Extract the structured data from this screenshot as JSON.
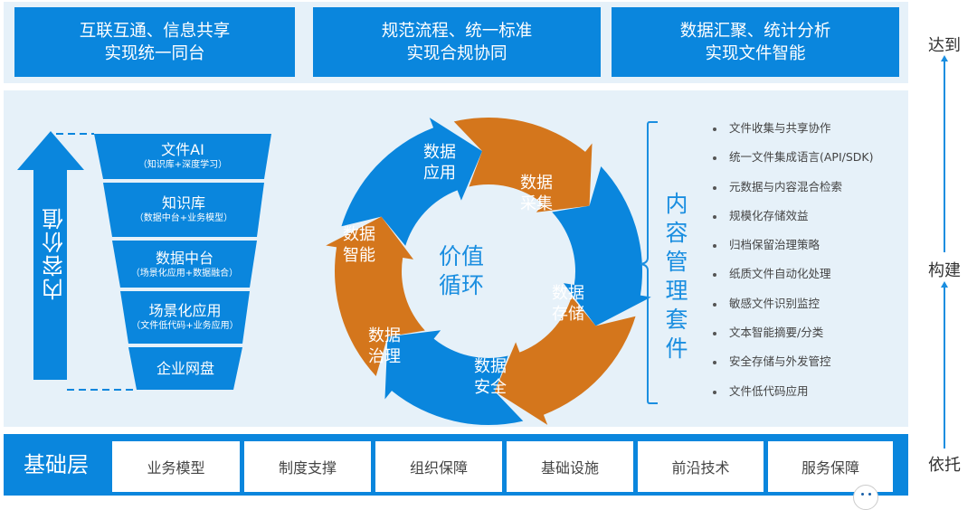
{
  "goals": [
    {
      "line1": "互联互通、信息共享",
      "line2": "实现统一同台"
    },
    {
      "line1": "规范流程、统一标准",
      "line2": "实现合规协同"
    },
    {
      "line1": "数据汇聚、统计分析",
      "line2": "实现文件智能"
    }
  ],
  "content_value": {
    "label": "内容价值",
    "funnel": [
      {
        "title": "文件AI",
        "subtitle": "（知识库+深度学习）"
      },
      {
        "title": "知识库",
        "subtitle": "（数据中台+业务模型）"
      },
      {
        "title": "数据中台",
        "subtitle": "（场景化应用+数据融合）"
      },
      {
        "title": "场景化应用",
        "subtitle": "（文件低代码+业务应用）"
      },
      {
        "title": "企业网盘",
        "subtitle": ""
      }
    ]
  },
  "cycle": {
    "center_line1": "价值",
    "center_line2": "循环",
    "stages": [
      {
        "line1": "数据",
        "line2": "应用",
        "color": "#0a86dd"
      },
      {
        "line1": "数据",
        "line2": "采集",
        "color": "#d4761c"
      },
      {
        "line1": "数据",
        "line2": "存储",
        "color": "#0a86dd"
      },
      {
        "line1": "数据",
        "line2": "安全",
        "color": "#d4761c"
      },
      {
        "line1": "数据",
        "line2": "治理",
        "color": "#0a86dd"
      },
      {
        "line1": "数据",
        "line2": "智能",
        "color": "#d4761c"
      }
    ]
  },
  "suite": {
    "title_chars": [
      "内",
      "容",
      "管",
      "理",
      "套",
      "件"
    ],
    "items": [
      "文件收集与共享协作",
      "统一文件集成语言(API/SDK)",
      "元数据与内容混合检索",
      "规模化存储效益",
      "归档保留治理策略",
      "纸质文件自动化处理",
      "敏感文件识别监控",
      "文本智能摘要/分类",
      "安全存储与外发管控",
      "文件低代码应用"
    ]
  },
  "base_layer": {
    "title": "基础层",
    "items": [
      "业务模型",
      "制度支撑",
      "组织保障",
      "基础设施",
      "前沿技术",
      "服务保障"
    ]
  },
  "side_axis": {
    "top": "达到",
    "middle": "构建",
    "bottom": "依托"
  },
  "colors": {
    "primary_blue": "#0a86dd",
    "accent_orange": "#d4761c",
    "panel_bg": "#e6f1f9"
  }
}
